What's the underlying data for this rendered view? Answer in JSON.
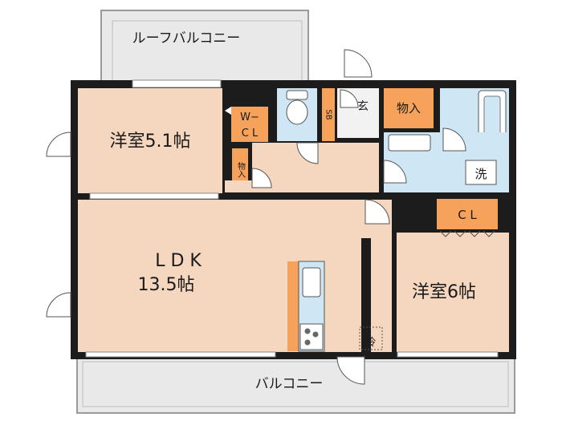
{
  "labels": {
    "roof_balcony": "ルーフバルコニー",
    "western_room_1": "洋室5.1帖",
    "wcl": "W−C L",
    "wcl_line1": "W−",
    "wcl_line2": "C L",
    "storage_small": "物入",
    "sb": "SB",
    "genkan": "玄",
    "storage": "物入",
    "wash": "洗",
    "ldk_line1": "L D K",
    "ldk_line2": "13.5帖",
    "cl": "C L",
    "western_room_2": "洋室6帖",
    "fridge": "冷",
    "balcony": "バルコニー"
  },
  "colors": {
    "wall": "#1c1c1c",
    "room": "#f5d6bf",
    "closet": "#f6a25a",
    "wet": "#cfe6f5",
    "balcony": "#e9e9e9"
  }
}
